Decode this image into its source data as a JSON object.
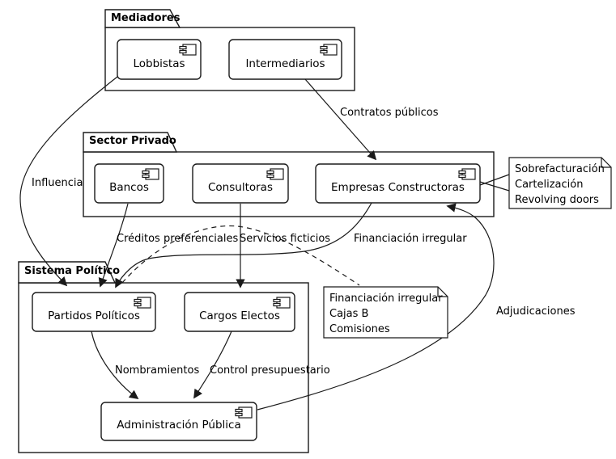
{
  "diagram_type": "uml-component-diagram",
  "colors": {
    "line": "#1a1a1a",
    "fill": "#ffffff",
    "text": "#000000",
    "background": "#ffffff"
  },
  "packages": [
    {
      "id": "mediadores",
      "name": "Mediadores"
    },
    {
      "id": "sector-privado",
      "name": "Sector Privado"
    },
    {
      "id": "sistema-politico",
      "name": "Sistema Político"
    }
  ],
  "components": [
    {
      "id": "lobbistas",
      "name": "Lobbistas",
      "package": "Mediadores"
    },
    {
      "id": "intermediarios",
      "name": "Intermediarios",
      "package": "Mediadores"
    },
    {
      "id": "bancos",
      "name": "Bancos",
      "package": "Sector Privado"
    },
    {
      "id": "consultoras",
      "name": "Consultoras",
      "package": "Sector Privado"
    },
    {
      "id": "empresas-constructoras",
      "name": "Empresas Constructoras",
      "package": "Sector Privado"
    },
    {
      "id": "partidos-politicos",
      "name": "Partidos Políticos",
      "package": "Sistema Político"
    },
    {
      "id": "cargos-electos",
      "name": "Cargos Electos",
      "package": "Sistema Político"
    },
    {
      "id": "administracion-publica",
      "name": "Administración Pública",
      "package": "Sistema Político"
    }
  ],
  "notes": [
    {
      "id": "note-empresas",
      "attached_to": "Empresas Constructoras",
      "lines": [
        "Sobrefacturación",
        "Cartelización",
        "Revolving doors"
      ]
    },
    {
      "id": "note-financiacion",
      "attached_to": "Financiación irregular link",
      "lines": [
        "Financiación irregular",
        "Cajas B",
        "Comisiones"
      ]
    }
  ],
  "edges": [
    {
      "id": "contratos-publicos",
      "label": "Contratos públicos",
      "from": "Intermediarios",
      "to": "Empresas Constructoras",
      "style": "solid-arrow"
    },
    {
      "id": "influencia",
      "label": "Influencia",
      "from": "Lobbistas",
      "to": "Partidos Políticos",
      "style": "solid-arrow"
    },
    {
      "id": "creditos-preferenciales",
      "label": "Créditos preferenciales",
      "from": "Bancos",
      "to": "Partidos Políticos",
      "style": "solid-arrow"
    },
    {
      "id": "servicios-ficticios",
      "label": "Servicios ficticios",
      "from": "Consultoras",
      "to": "Cargos Electos",
      "style": "solid-arrow"
    },
    {
      "id": "financiacion-irregular",
      "label": "Financiación irregular",
      "from": "Empresas Constructoras",
      "to": "Partidos Políticos",
      "style": "solid-arrow"
    },
    {
      "id": "nombramientos",
      "label": "Nombramientos",
      "from": "Partidos Políticos",
      "to": "Administración Pública",
      "style": "solid-arrow"
    },
    {
      "id": "control-presupuestario",
      "label": "Control presupuestario",
      "from": "Cargos Electos",
      "to": "Administración Pública",
      "style": "solid-arrow"
    },
    {
      "id": "adjudicaciones",
      "label": "Adjudicaciones",
      "from": "Administración Pública",
      "to": "Empresas Constructoras",
      "style": "solid-arrow"
    },
    {
      "id": "note-link-attachment",
      "label": "",
      "from": "Financiación irregular link",
      "to": "note-financiacion",
      "style": "dashed"
    }
  ]
}
